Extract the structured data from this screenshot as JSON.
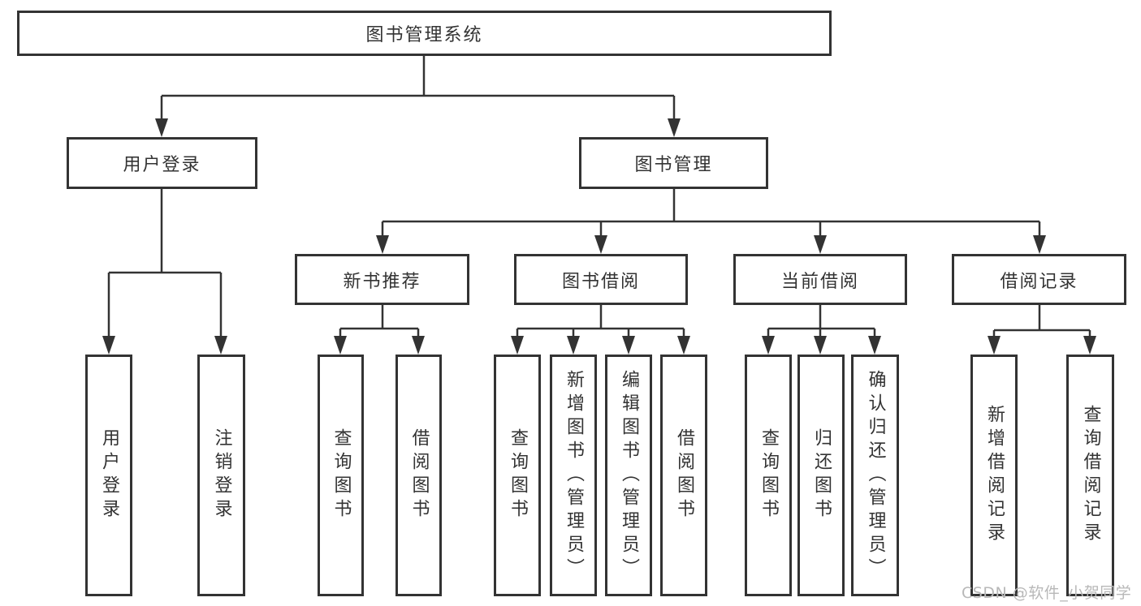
{
  "diagram": {
    "root": "图书管理系统",
    "login": {
      "label": "用户登录",
      "children": [
        "用户登录",
        "注销登录"
      ]
    },
    "manage": {
      "label": "图书管理",
      "sections": [
        {
          "label": "新书推荐",
          "children": [
            "查询图书",
            "借阅图书"
          ]
        },
        {
          "label": "图书借阅",
          "children": [
            "查询图书",
            "新增图书（管理员）",
            "编辑图书（管理员）",
            "借阅图书"
          ]
        },
        {
          "label": "当前借阅",
          "children": [
            "查询图书",
            "归还图书",
            "确认归还（管理员）"
          ]
        },
        {
          "label": "借阅记录",
          "children": [
            "新增借阅记录",
            "查询借阅记录"
          ]
        }
      ]
    }
  },
  "watermark": "CSDN @软件_小贺同学",
  "colors": {
    "line": "#333333",
    "text": "#333333",
    "watermark": "#b8b8b8",
    "background": "#ffffff"
  }
}
